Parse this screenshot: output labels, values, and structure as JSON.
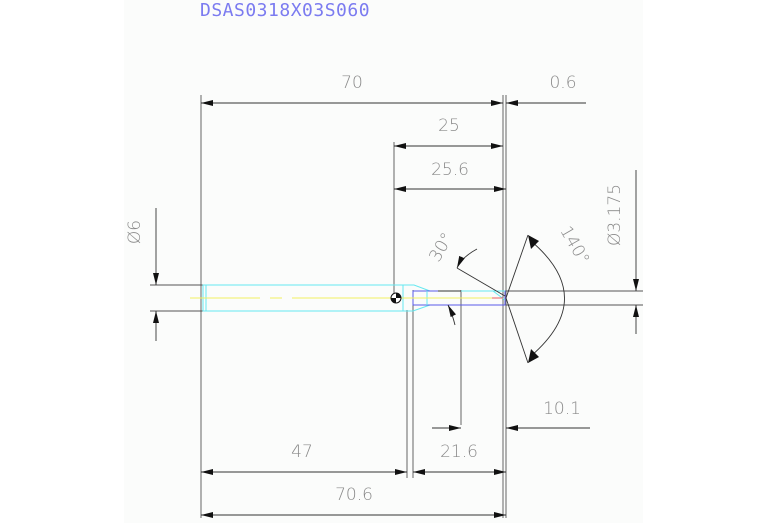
{
  "drawing": {
    "title": "DSAS0318X03S060",
    "colors": {
      "background": "#fbfcfb",
      "title": "#7b7bf0",
      "dimension_text": "#8a8a8a",
      "dimension_line": "#333333",
      "shank_outline": "#66e8f0",
      "neck_outline": "#5a5ae8",
      "centerline": "#f0f060",
      "flute": "#e86060"
    },
    "dimensions": {
      "overall_length": "70",
      "tip_offset": "0.6",
      "length_25": "25",
      "length_25_6": "25.6",
      "shank_diameter": "Ø6",
      "tip_diameter": "Ø3.175",
      "taper_angle": "30°",
      "point_angle": "140°",
      "length_10_1": "10.1",
      "shank_length": "47",
      "length_21_6": "21.6",
      "total_length": "70.6"
    }
  }
}
